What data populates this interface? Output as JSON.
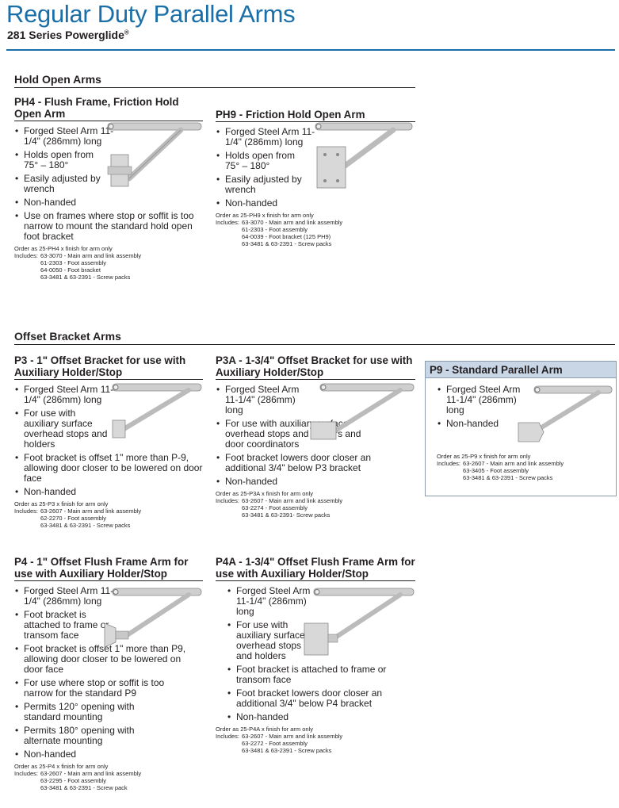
{
  "header": {
    "title": "Regular Duty Parallel Arms",
    "subtitle": "281 Series Powerglide",
    "subtitle_mark": "®"
  },
  "colors": {
    "accent": "#1a6fa8",
    "box_head": "#c9d6e6",
    "arm": "#c8c8c8"
  },
  "sections": {
    "hold_open": "Hold Open Arms",
    "offset": "Offset Bracket Arms"
  },
  "products": {
    "ph4": {
      "title": "PH4 - Flush Frame, Friction Hold Open Arm",
      "bullets": [
        "Forged Steel Arm 11-1/4\" (286mm) long",
        "Holds open from 75° – 180°",
        "Easily adjusted by wrench",
        "Non-handed",
        "Use on frames where stop or soffit is too narrow to mount the standard hold open foot bracket"
      ],
      "order": "Order as 25-PH4 x finish for arm only",
      "includes_label": "Includes:",
      "includes": [
        "63-3070 - Main arm and link assembly",
        "61-2303 - Foot assembly",
        "64-0050 - Foot bracket",
        "63-3481 & 63-2391 - Screw packs"
      ]
    },
    "ph9": {
      "title": "PH9 - Friction Hold Open Arm",
      "bullets": [
        "Forged Steel Arm 11-1/4\" (286mm) long",
        "Holds open from 75° – 180°",
        "Easily adjusted by wrench",
        "Non-handed"
      ],
      "order": "Order as 25-PH9 x finish for arm only",
      "includes_label": "Includes:",
      "includes": [
        "63-3070 - Main arm and link assembly",
        "61-2303 - Foot assembly",
        "64-0039 - Foot bracket (125 PH9)",
        "63-3481 & 63-2391 - Screw packs"
      ]
    },
    "p3": {
      "title": "P3 - 1\" Offset Bracket for use with Auxiliary Holder/Stop",
      "bullets": [
        "Forged Steel Arm 11-1/4\" (286mm) long",
        "For use with auxiliary surface overhead stops and holders",
        "Foot bracket is offset 1\" more than P-9, allowing door closer to be lowered on door face",
        "Non-handed"
      ],
      "order": "Order as 25-P3 x finish for arm only",
      "includes_label": "Includes:",
      "includes": [
        "63-2607 - Main arm and link assembly",
        "62-2270 - Foot assembly",
        "63-3481 & 63-2391 - Screw packs"
      ]
    },
    "p3a": {
      "title": "P3A - 1-3/4\" Offset Bracket for use with Auxiliary Holder/Stop",
      "bullets": [
        "Forged Steel Arm 11-1/4\" (286mm) long",
        "For use with auxiliary surface overhead stops and holders and door coordinators",
        "Foot bracket lowers door closer an additional 3/4\" below P3 bracket",
        "Non-handed"
      ],
      "order": "Order as 25-P3A x finish for arm only",
      "includes_label": "Includes:",
      "includes": [
        "63-2607 - Main arm and link assembly",
        "63-2274 - Foot assembly",
        "63-3481 & 63-2391- Screw packs"
      ]
    },
    "p9": {
      "title": "P9 - Standard Parallel Arm",
      "bullets": [
        "Forged Steel Arm 11-1/4\" (286mm) long",
        "Non-handed"
      ],
      "order": "Order as 25-P9 x finish for arm only",
      "includes_label": "Includes:",
      "includes": [
        "63-2607 - Main arm and link assembly",
        "63-3405 - Foot assembly",
        "63-3481 & 63-2391 - Screw packs"
      ]
    },
    "p4": {
      "title": "P4 - 1\" Offset Flush Frame Arm for use with Auxiliary Holder/Stop",
      "bullets": [
        "Forged Steel Arm 11-1/4\" (286mm) long",
        "Foot bracket is attached to frame or transom face",
        "Foot bracket is offset 1\" more than P9, allowing door closer to be lowered on door face",
        "For use where stop or soffit is too narrow for the standard P9",
        "Permits 120° opening with standard mounting",
        "Permits 180° opening with alternate mounting",
        "Non-handed"
      ],
      "order": "Order as 25-P4 x finish for arm only",
      "includes_label": "Includes:",
      "includes": [
        "63-2607 - Main arm and link assembly",
        "63-2295 - Foot assembly",
        "63-3481 & 63-2391 - Screw pack"
      ]
    },
    "p4a": {
      "title": "P4A - 1-3/4\" Offset Flush Frame Arm for use with Auxiliary Holder/Stop",
      "bullets": [
        "Forged Steel Arm 11-1/4\" (286mm) long",
        "For use with auxiliary surface overhead stops and holders",
        "Foot bracket is attached to frame or transom face",
        "Foot bracket lowers door closer an additional 3/4\" below P4 bracket",
        "Non-handed"
      ],
      "order": "Order as 25-P4A x finish for arm only",
      "includes_label": "Includes:",
      "includes": [
        "63-2607 - Main arm and link assembly",
        "63-2272 - Foot assembly",
        "63-3481 & 63-2391 - Screw packs"
      ]
    }
  }
}
